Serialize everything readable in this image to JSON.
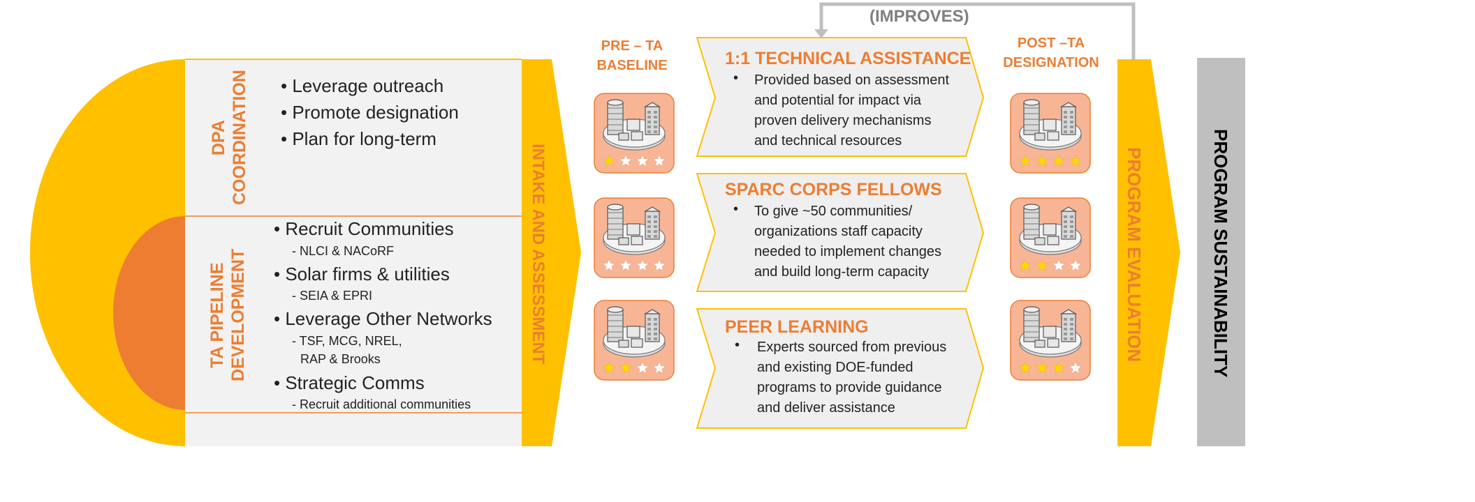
{
  "left_panel": {
    "dpa_label": "DPA COORDINATION",
    "dpa_bullets": [
      "Leverage outreach",
      "Promote designation",
      "Plan for long-term"
    ],
    "ta_label": "TA PIPELINE DEVELOPMENT",
    "ta_items": [
      {
        "bullet": "Recruit Communities",
        "sub": [
          "- NLCI & NACoRF"
        ]
      },
      {
        "bullet": "Solar firms & utilities",
        "sub": [
          "- SEIA & EPRI"
        ]
      },
      {
        "bullet": "Leverage Other Networks",
        "sub": [
          "- TSF, MCG, NREL,",
          "RAP & Brooks"
        ]
      },
      {
        "bullet": "Strategic Comms",
        "sub": [
          "- Recruit additional communities"
        ]
      }
    ]
  },
  "intake_label": "INTAKE AND ASSESSMENT",
  "pre_ta": {
    "header": [
      "PRE – TA",
      "BASELINE"
    ],
    "ratings": [
      1,
      0,
      2
    ]
  },
  "chevrons": [
    {
      "title": "1:1 TECHNICAL ASSISTANCE",
      "lines": [
        "Provided based on assessment",
        "and potential for impact via",
        "proven delivery mechanisms",
        "and technical resources"
      ]
    },
    {
      "title": "SPARC CORPS FELLOWS",
      "lines": [
        "To give ~50 communities/",
        "organizations staff capacity",
        "needed to implement changes",
        "and build long-term capacity"
      ]
    },
    {
      "title": "PEER LEARNING",
      "lines": [
        "Experts sourced from previous",
        "and existing DOE-funded",
        "programs to provide guidance",
        "and deliver assistance"
      ]
    }
  ],
  "improves_label": "(IMPROVES)",
  "post_ta": {
    "header": [
      "POST –TA",
      "DESIGNATION"
    ],
    "ratings": [
      4,
      2,
      3
    ]
  },
  "program_evaluation_label": "PROGRAM EVALUATION",
  "program_sustainability_label": "PROGRAM SUSTAINABILITY",
  "icon_name": "city-buildings-icon",
  "colors": {
    "yellow": "#FFC000",
    "orange": "#ED7D31",
    "panel_gray": "#F2F2F2",
    "chevron_gray": "#EFEFEF",
    "sustain_gray": "#BFBFBF",
    "arrow_gray": "#BFBFBF",
    "icon_bg": "#F8B595",
    "star_on": "#FFD700",
    "star_off": "#FFFFFF"
  }
}
